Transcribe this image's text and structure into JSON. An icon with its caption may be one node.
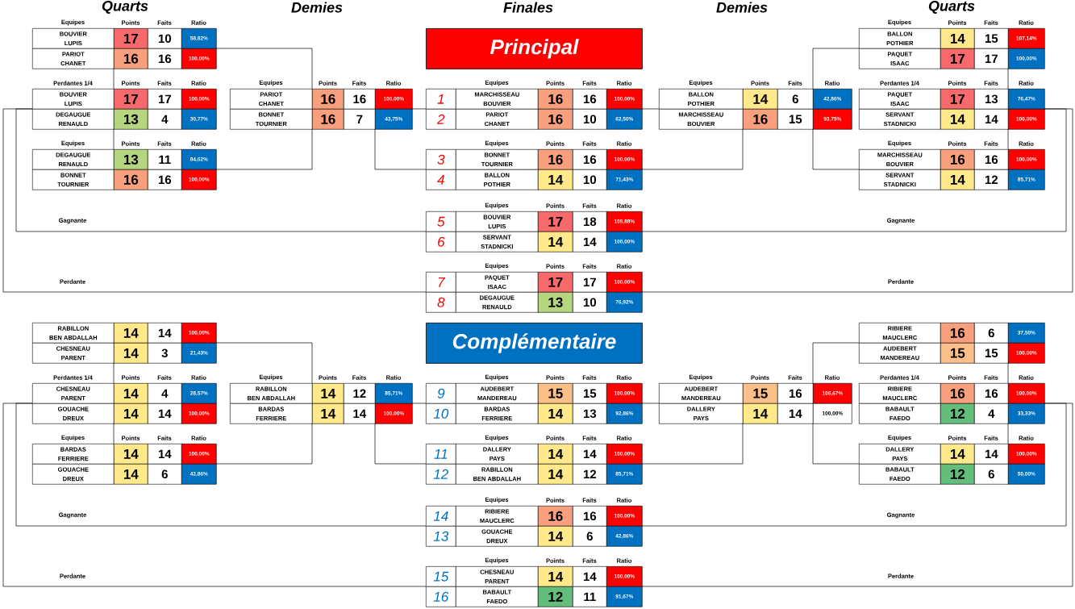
{
  "diagram": {
    "nodes": [
      {
        "text": [
          "Equipes",
          "Points",
          "Faits",
          "Ratio",
          "BOUVIER",
          "LUPIS",
          "17",
          "10",
          "58,82%",
          "PARIOT",
          "CHANET",
          "16",
          "16",
          "100,00%"
        ]
      },
      {
        "text": [
          "Principal"
        ]
      },
      {
        "text": [
          "Equipes",
          "Points",
          "Faits",
          "Ratio",
          "BALLON",
          "POTHIER",
          "14",
          "15",
          "107,14%",
          "PAQUET",
          "ISAAC",
          "17",
          "17",
          "100,00%"
        ]
      },
      {
        "text": [
          "Perdantes 1/4",
          "Points",
          "Faits",
          "Ratio",
          "BOUVIER",
          "LUPIS",
          "17",
          "17",
          "100,00%",
          "DEGAUGUE",
          "RENAULD",
          "13",
          "4",
          "30,77%"
        ]
      },
      {
        "text": [
          "Equipes",
          "Points",
          "Faits",
          "Ratio",
          "PARIOT",
          "CHANET",
          "16",
          "16",
          "100,00%",
          "BONNET",
          "TOURNIER",
          "16",
          "7",
          "43,75%"
        ]
      },
      {
        "text": [
          "Equipes",
          "Points",
          "Faits",
          "Ratio",
          "1",
          "MARCHISSEAU",
          "BOUVIER",
          "16",
          "16",
          "100,00%",
          "2",
          "PARIOT",
          "CHANET",
          "16",
          "10",
          "62,50%"
        ]
      },
      {
        "text": [
          "Equipes",
          "Points",
          "Faits",
          "Ratio",
          "BALLON",
          "POTHIER",
          "14",
          "6",
          "42,86%",
          "MARCHISSEAU",
          "BOUVIER",
          "16",
          "15",
          "93,75%"
        ]
      },
      {
        "text": [
          "Perdantes 1/4",
          "Points",
          "Faits",
          "Ratio",
          "PAQUET",
          "ISAAC",
          "17",
          "13",
          "76,47%",
          "SERVANT",
          "STADNICKI",
          "14",
          "14",
          "100,00%"
        ]
      },
      {
        "text": [
          "Equipes",
          "Points",
          "Faits",
          "Ratio",
          "DEGAUGUE",
          "RENAULD",
          "13",
          "11",
          "84,62%",
          "BONNET",
          "TOURNIER",
          "16",
          "16",
          "100,00%"
        ]
      },
      {
        "text": [
          "Equipes",
          "Points",
          "Faits",
          "Ratio",
          "3",
          "BONNET",
          "TOURNIER",
          "16",
          "16",
          "100,00%",
          "4",
          "BALLON",
          "POTHIER",
          "14",
          "10",
          "71,43%"
        ]
      },
      {
        "text": [
          "Equipes",
          "Points",
          "Faits",
          "Ratio",
          "MARCHISSEAU",
          "BOUVIER",
          "16",
          "16",
          "100,00%",
          "SERVANT",
          "STADNICKI",
          "14",
          "12",
          "85,71%"
        ]
      },
      {
        "text": [
          "Equipes",
          "Points",
          "Faits",
          "Ratio",
          "5",
          "BOUVIER",
          "LUPIS",
          "17",
          "18",
          "105,88%",
          "6",
          "SERVANT",
          "STADNICKI",
          "14",
          "14",
          "100,00%"
        ]
      },
      {
        "text": [
          "Equipes",
          "Points",
          "Faits",
          "Ratio",
          "7",
          "PAQUET",
          "ISAAC",
          "17",
          "17",
          "100,00%",
          "8",
          "DEGAUGUE",
          "RENAULD",
          "13",
          "10",
          "76,92%"
        ]
      },
      {
        "text": [
          "RABILLON",
          "BEN ABDALLAH",
          "14",
          "14",
          "100,00%",
          "CHESNEAU",
          "PARENT",
          "14",
          "3",
          "21,43%"
        ]
      },
      {
        "text": [
          "Complémentaire"
        ]
      },
      {
        "text": [
          "RIBIERE",
          "MAUCLERC",
          "16",
          "6",
          "37,50%",
          "AUDEBERT",
          "MANDEREAU",
          "15",
          "15",
          "100,00%"
        ]
      },
      {
        "text": [
          "Perdantes 1/4",
          "Points",
          "Faits",
          "Ratio",
          "CHESNEAU",
          "PARENT",
          "14",
          "4",
          "28,57%",
          "GOUACHE",
          "DREUX",
          "14",
          "14",
          "100,00%"
        ]
      },
      {
        "text": [
          "Equipes",
          "Points",
          "Faits",
          "Ratio",
          "RABILLON",
          "BEN ABDALLAH",
          "14",
          "12",
          "85,71%",
          "BARDAS",
          "FERRIERE",
          "14",
          "14",
          "100,00%"
        ]
      },
      {
        "text": [
          "Equipes",
          "Points",
          "Faits",
          "Ratio",
          "9",
          "AUDEBERT",
          "MANDEREAU",
          "15",
          "15",
          "100,00%",
          "10",
          "BARDAS",
          "FERRIERE",
          "14",
          "13",
          "92,86%"
        ]
      },
      {
        "text": [
          "Equipes",
          "Points",
          "Faits",
          "Ratio",
          "AUDEBERT",
          "MANDEREAU",
          "15",
          "16",
          "106,67%",
          "DALLERY",
          "PAYS",
          "14",
          "14",
          "100,00%"
        ]
      },
      {
        "text": [
          "Perdantes 1/4",
          "Points",
          "Faits",
          "Ratio",
          "RIBIERE",
          "MAUCLERC",
          "16",
          "16",
          "100,00%",
          "BABAULT",
          "FAEDO",
          "12",
          "4",
          "33,33%"
        ]
      },
      {
        "text": [
          "Equipes",
          "Points",
          "Faits",
          "Ratio",
          "BARDAS",
          "FERRIERE",
          "14",
          "14",
          "100,00%",
          "GOUACHE",
          "DREUX",
          "14",
          "6",
          "42,86%"
        ]
      },
      {
        "text": [
          "Equipes",
          "Points",
          "Faits",
          "Ratio",
          "11",
          "DALLERY",
          "PAYS",
          "14",
          "14",
          "100,00%",
          "12",
          "RABILLON",
          "BEN ABDALLAH",
          "14",
          "12",
          "85,71%"
        ]
      },
      {
        "text": [
          "Equipes",
          "Points",
          "Faits",
          "Ratio",
          "DALLERY",
          "PAYS",
          "14",
          "14",
          "100,00%",
          "BABAULT",
          "FAEDO",
          "12",
          "6",
          "50,00%"
        ]
      },
      {
        "text": [
          "Equipes",
          "Points",
          "Faits",
          "Ratio",
          "14",
          "RIBIERE",
          "MAUCLERC",
          "16",
          "16",
          "100,00%",
          "13",
          "GOUACHE",
          "DREUX",
          "14",
          "6",
          "42,86%"
        ]
      },
      {
        "text": [
          "Equipes",
          "Points",
          "Faits",
          "Ratio",
          "15",
          "CHESNEAU",
          "PARENT",
          "14",
          "14",
          "100,00%",
          "16",
          "BABAULT",
          "FAEDO",
          "12",
          "11",
          "91,67%"
        ]
      }
    ],
    "edges": [
      {
        "from": 0,
        "to": 4,
        "arrow": "none"
      },
      {
        "from": 8,
        "to": 4,
        "arrow": "none"
      },
      {
        "from": 0,
        "to": 3,
        "arrow": "none"
      },
      {
        "from": 8,
        "to": 3,
        "arrow": "none"
      },
      {
        "from": 4,
        "to": 5,
        "arrow": "none"
      },
      {
        "from": 4,
        "to": 9,
        "arrow": "none"
      },
      {
        "from": 3,
        "to": 11,
        "arrow": "none",
        "label": "Gagnante"
      },
      {
        "from": 3,
        "to": 12,
        "arrow": "none",
        "label": "Perdante"
      },
      {
        "from": 2,
        "to": 6,
        "arrow": "none"
      },
      {
        "from": 10,
        "to": 6,
        "arrow": "none"
      },
      {
        "from": 2,
        "to": 7,
        "arrow": "none"
      },
      {
        "from": 10,
        "to": 7,
        "arrow": "none"
      },
      {
        "from": 6,
        "to": 5,
        "arrow": "none"
      },
      {
        "from": 6,
        "to": 9,
        "arrow": "none"
      },
      {
        "from": 7,
        "to": 11,
        "arrow": "none",
        "label": "Gagnante"
      },
      {
        "from": 7,
        "to": 12,
        "arrow": "none",
        "label": "Perdante"
      },
      {
        "from": 13,
        "to": 17,
        "arrow": "none"
      },
      {
        "from": 21,
        "to": 17,
        "arrow": "none"
      },
      {
        "from": 13,
        "to": 16,
        "arrow": "none"
      },
      {
        "from": 21,
        "to": 16,
        "arrow": "none"
      },
      {
        "from": 17,
        "to": 18,
        "arrow": "none"
      },
      {
        "from": 17,
        "to": 22,
        "arrow": "none"
      },
      {
        "from": 16,
        "to": 24,
        "arrow": "none",
        "label": "Gagnante"
      },
      {
        "from": 16,
        "to": 25,
        "arrow": "none",
        "label": "Perdante"
      },
      {
        "from": 15,
        "to": 19,
        "arrow": "none"
      },
      {
        "from": 23,
        "to": 19,
        "arrow": "none"
      },
      {
        "from": 15,
        "to": 20,
        "arrow": "none"
      },
      {
        "from": 23,
        "to": 20,
        "arrow": "none"
      },
      {
        "from": 19,
        "to": 18,
        "arrow": "none"
      },
      {
        "from": 19,
        "to": 22,
        "arrow": "none"
      },
      {
        "from": 20,
        "to": 24,
        "arrow": "none",
        "label": "Gagnante"
      },
      {
        "from": 20,
        "to": 25,
        "arrow": "none",
        "label": "Perdante"
      }
    ],
    "labels": [
      "Quarts",
      "Demies",
      "Finales",
      "Demies",
      "Quarts"
    ]
  }
}
